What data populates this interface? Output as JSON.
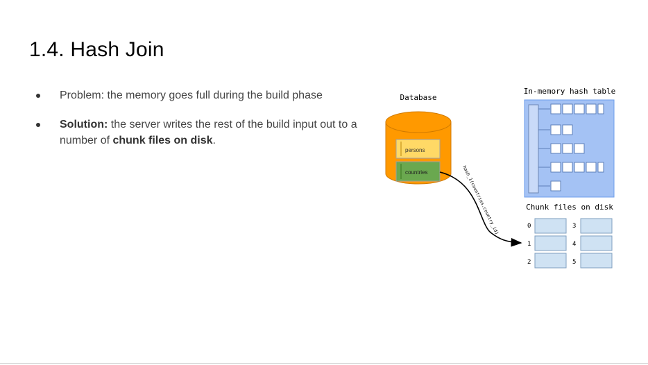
{
  "slide": {
    "title": "1.4. Hash Join",
    "bullets": [
      {
        "prefix": "",
        "text": "Problem: the memory goes full during the build phase"
      },
      {
        "prefix": "Solution:",
        "text_1": " the server writes the rest of the build input out to a number of ",
        "strong": "chunk files on disk",
        "text_2": "."
      }
    ]
  },
  "diagram": {
    "database_label": "Database",
    "tables": [
      "persons",
      "countries"
    ],
    "hash_label": "hash_1(countries.country_id)",
    "hash_table_label": "In-memory hash table",
    "chunk_files_label": "Chunk files on disk",
    "chunk_indices": [
      "0",
      "1",
      "2",
      "3",
      "4",
      "5"
    ],
    "colors": {
      "cylinder": "#ff9900",
      "persons_table": "#ffd966",
      "countries_table": "#6aa84f",
      "hash_table_bg": "#a4c2f4",
      "bucket_fill": "#ffffff",
      "chunk_fill": "#cfe2f3"
    }
  }
}
